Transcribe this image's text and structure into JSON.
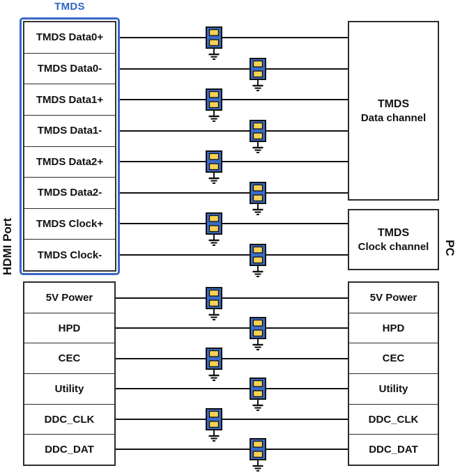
{
  "title_label": "TMDS",
  "left_port_label": "HDMI Port",
  "right_port_label": "PC",
  "tmds_pins": [
    "TMDS Data0+",
    "TMDS Data0-",
    "TMDS Data1+",
    "TMDS Data1-",
    "TMDS Data2+",
    "TMDS Data2-",
    "TMDS Clock+",
    "TMDS Clock-"
  ],
  "utility_pins": [
    "5V Power",
    "HPD",
    "CEC",
    "Utility",
    "DDC_CLK",
    "DDC_DAT"
  ],
  "channels": {
    "data": {
      "line1": "TMDS",
      "line2": "Data channel"
    },
    "clock": {
      "line1": "TMDS",
      "line2": "Clock channel"
    }
  },
  "icons": {
    "component": "esd-suppressor-icon",
    "ground": "ground-icon"
  },
  "colors": {
    "accent_blue": "#3667c5",
    "title_blue": "#2f66c4",
    "component_blue": "#3a6cc8",
    "pad_yellow": "#f7d254",
    "wire_black": "#111111"
  }
}
